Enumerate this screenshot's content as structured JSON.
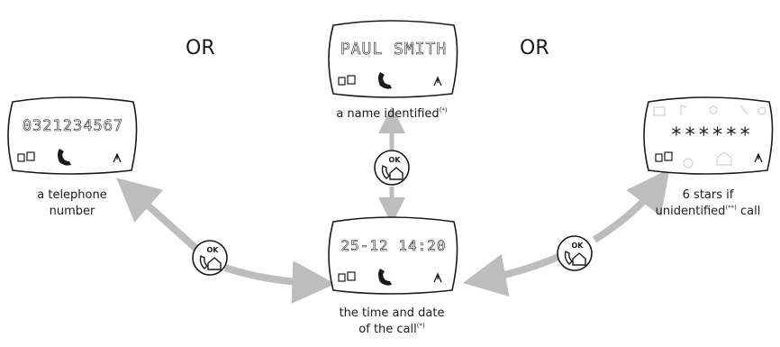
{
  "labels": {
    "or_left": "OR",
    "or_right": "OR"
  },
  "captions": {
    "name": {
      "text": "a name identified",
      "note": "(*)"
    },
    "phone": {
      "line1": "a telephone",
      "line2": "number"
    },
    "stars": {
      "line1": "6 stars if",
      "line2_pre": "unidentified",
      "note": "(**)",
      "line2_post": " call"
    },
    "time": {
      "line1": "the time and date",
      "line2": "of the call",
      "note": "(*)"
    }
  },
  "displays": {
    "name": {
      "text": "PAUL SMITH"
    },
    "phone": {
      "text": "0321234567"
    },
    "time": {
      "text": "25-12 14:20"
    },
    "stars": {
      "text": "******"
    }
  },
  "button": {
    "label": "OK"
  },
  "colors": {
    "arrow": "#bdbdbd",
    "ink": "#1a1a1a",
    "ghost": "#c8c8c8"
  }
}
